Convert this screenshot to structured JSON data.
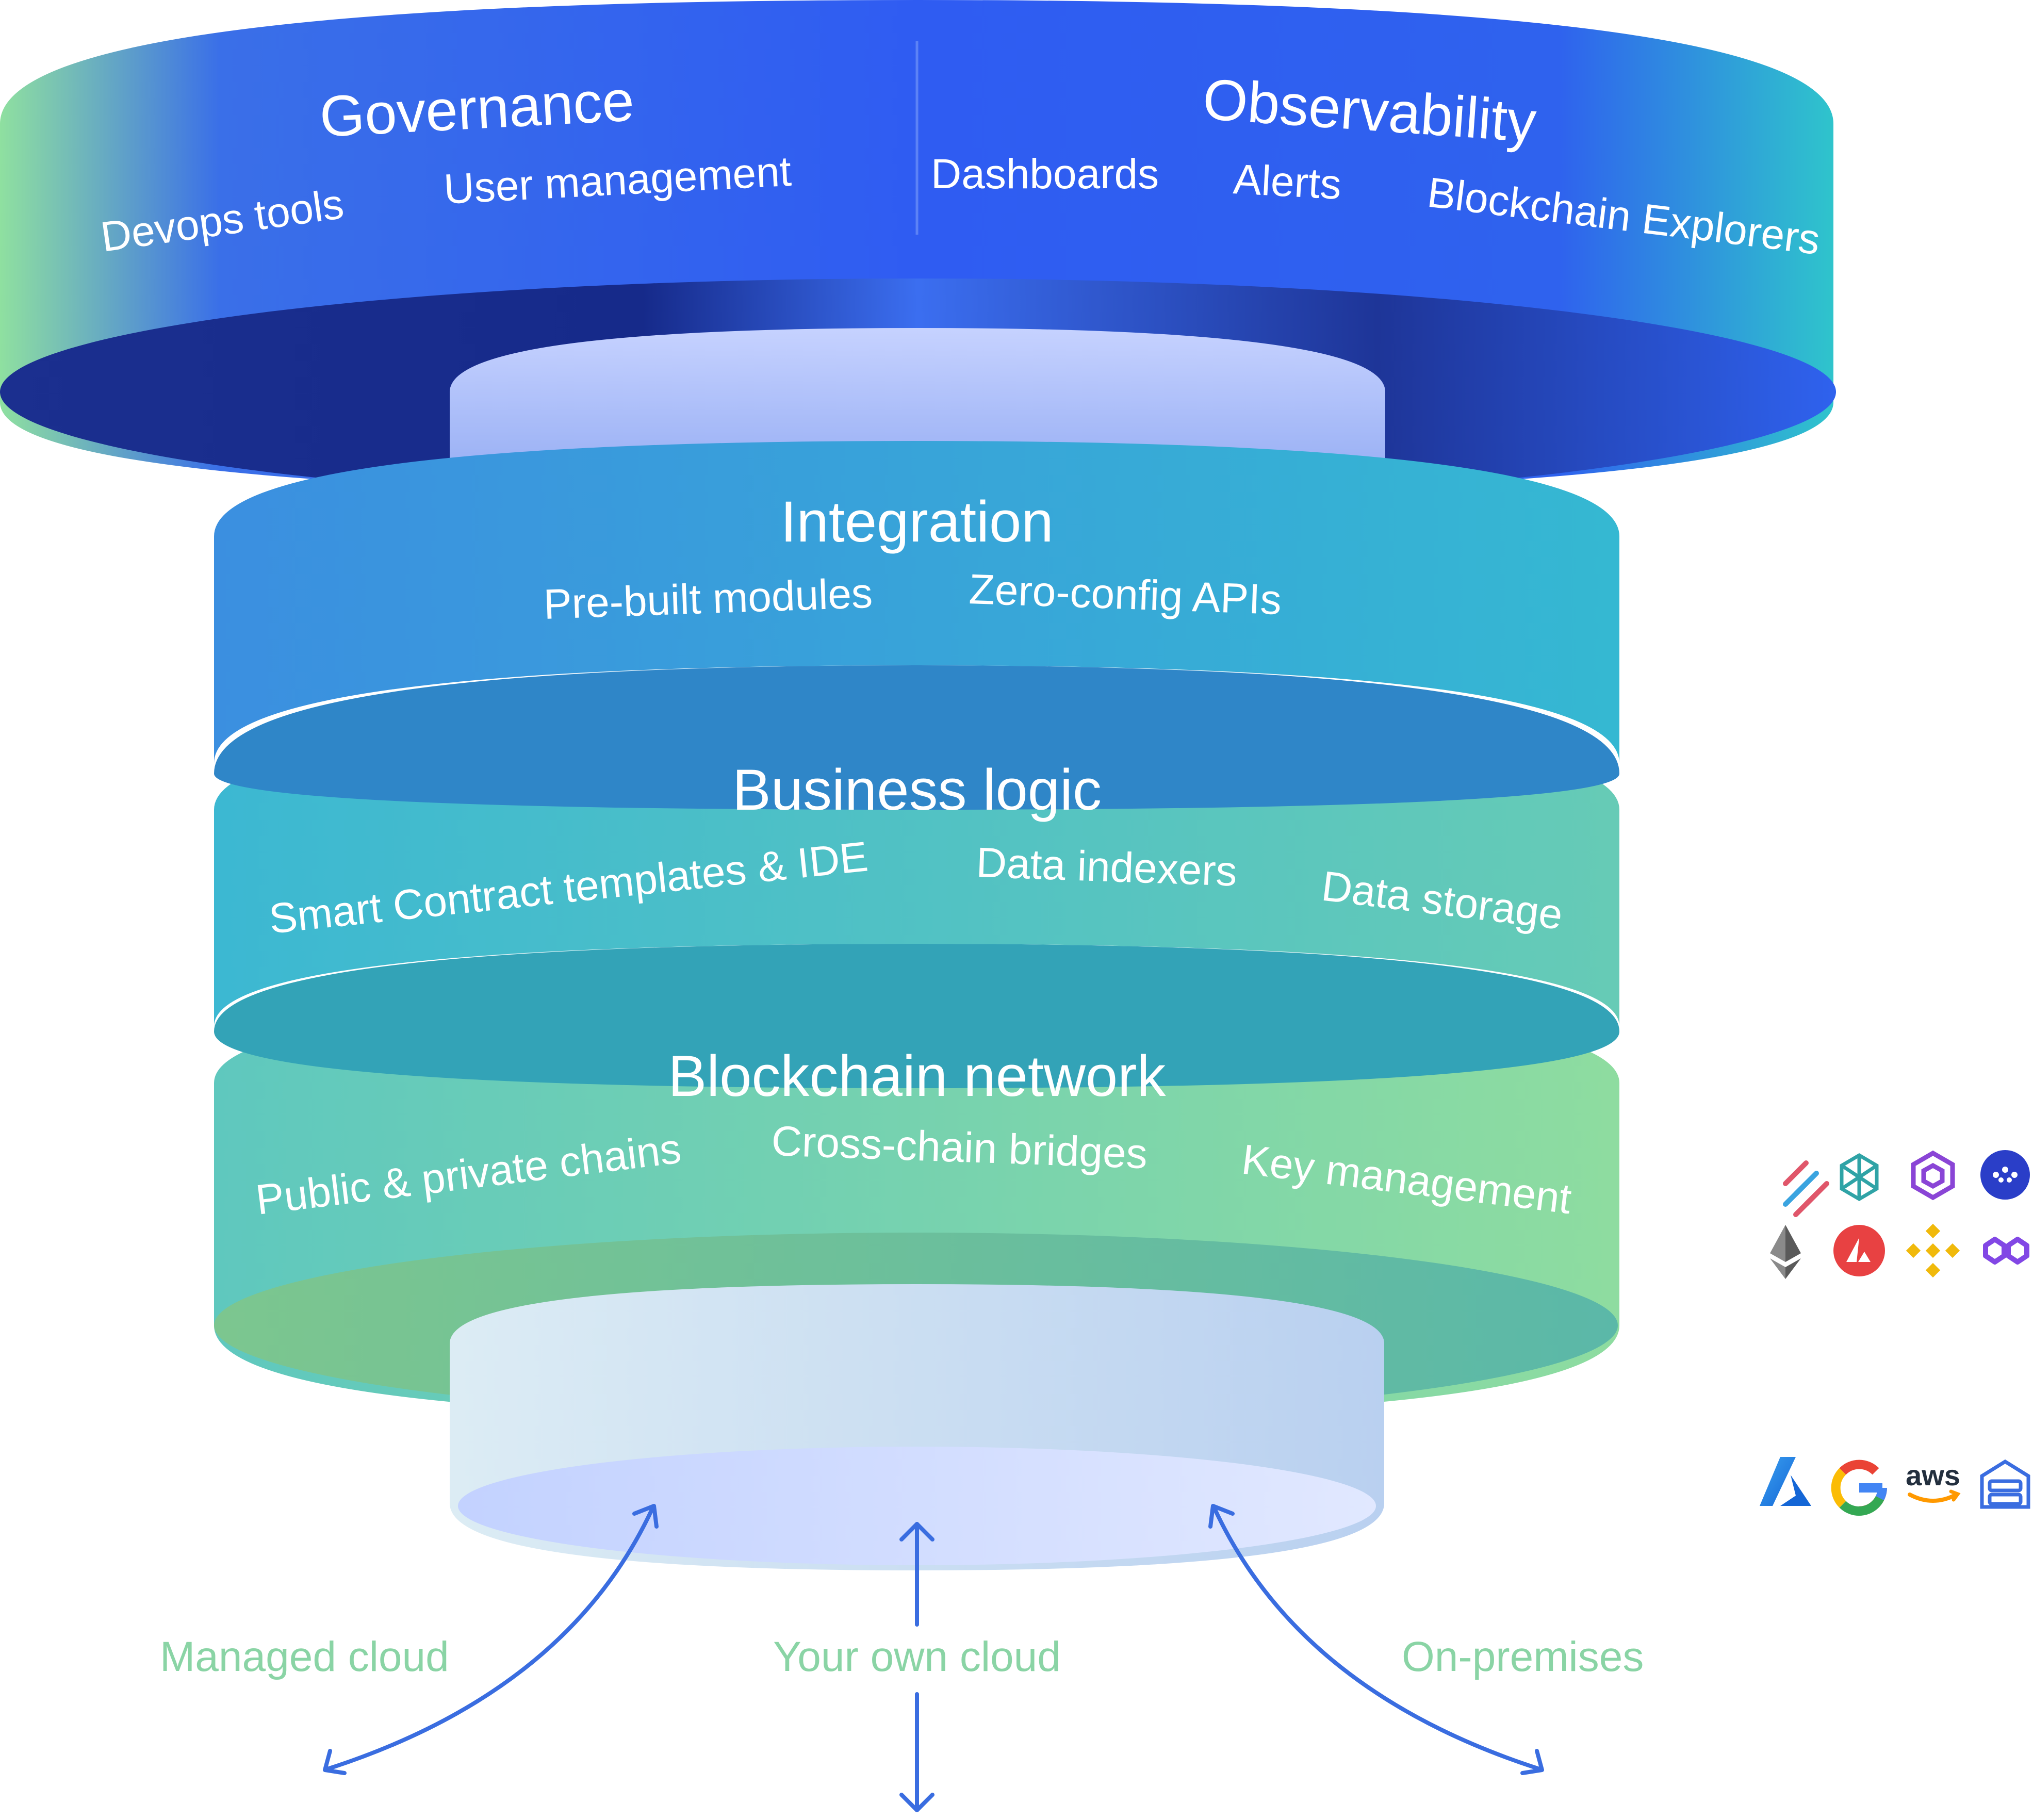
{
  "layers": {
    "governance": {
      "title": "Governance",
      "items": [
        "Devops tools",
        "User management"
      ]
    },
    "observability": {
      "title": "Observability",
      "items": [
        "Dashboards",
        "Alerts",
        "Blockchain Explorers"
      ]
    },
    "integration": {
      "title": "Integration",
      "items": [
        "Pre-built modules",
        "Zero-config APIs"
      ]
    },
    "business_logic": {
      "title": "Business logic",
      "items": [
        "Smart Contract templates & IDE",
        "Data indexers",
        "Data storage"
      ]
    },
    "blockchain_network": {
      "title": "Blockchain network",
      "items": [
        "Public & private chains",
        "Cross-chain bridges",
        "Key management"
      ]
    }
  },
  "deployment": {
    "options": [
      "Managed cloud",
      "Your own cloud",
      "On-premises"
    ]
  },
  "chain_logos": {
    "icons": [
      "hyperledger-icon",
      "cosmos-icon",
      "polygon-cube-icon",
      "starknet-icon",
      "ethereum-icon",
      "avalanche-icon",
      "bnb-chain-icon",
      "polygon-icon"
    ]
  },
  "cloud_logos": {
    "icons": [
      "azure-icon",
      "google-cloud-icon",
      "aws-icon",
      "server-icon"
    ],
    "aws_text": "aws",
    "google_text": "G"
  },
  "colors": {
    "top_ring": "#2d5df0",
    "integration": "#3aa0dc",
    "business_logic": "#45c1c4",
    "blockchain_network": "#7fd3a7",
    "arrow": "#3a6de0",
    "deploy_text": "#8ad4a5"
  }
}
